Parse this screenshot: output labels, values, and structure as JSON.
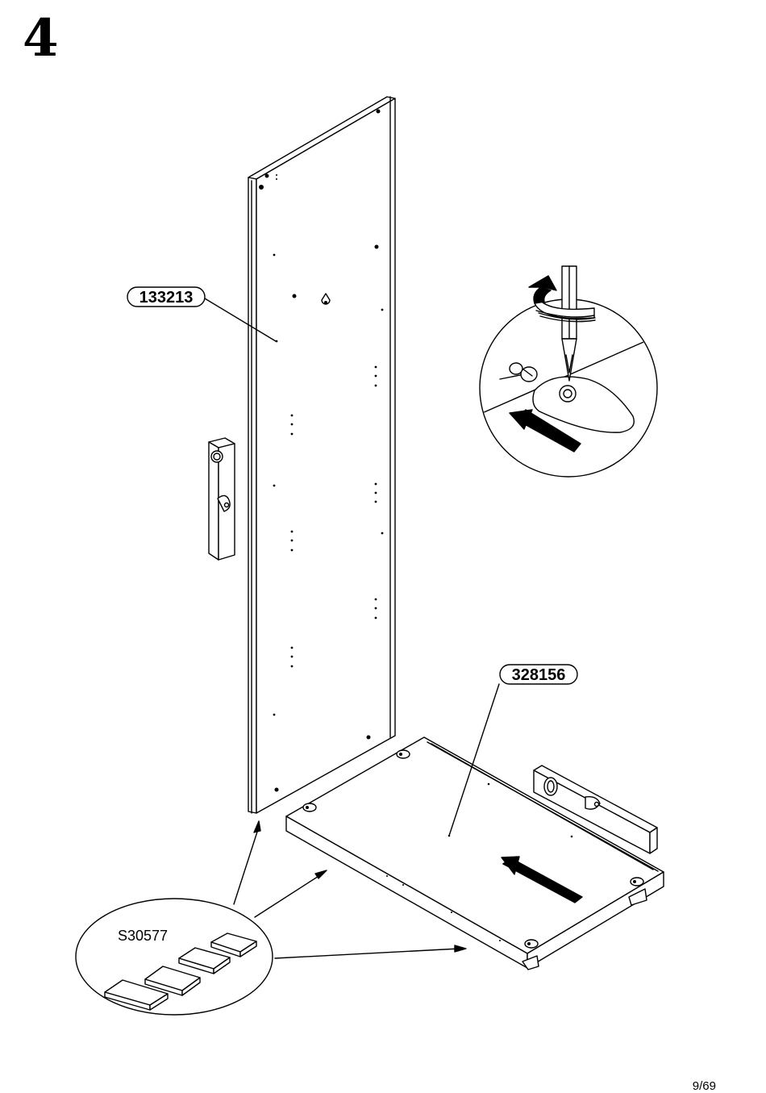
{
  "step": {
    "number": "4"
  },
  "parts": {
    "side_panel": "133213",
    "bottom_panel": "328156",
    "hardware": "S30577"
  },
  "footer": {
    "page": "9/69"
  },
  "colors": {
    "line": "#000000",
    "background": "#ffffff",
    "arrow": "#000000"
  },
  "icons": [
    "screwdriver-icon",
    "rotation-arrow-icon",
    "push-arrow-icon",
    "level-tool-icon",
    "cam-lock-icon"
  ]
}
